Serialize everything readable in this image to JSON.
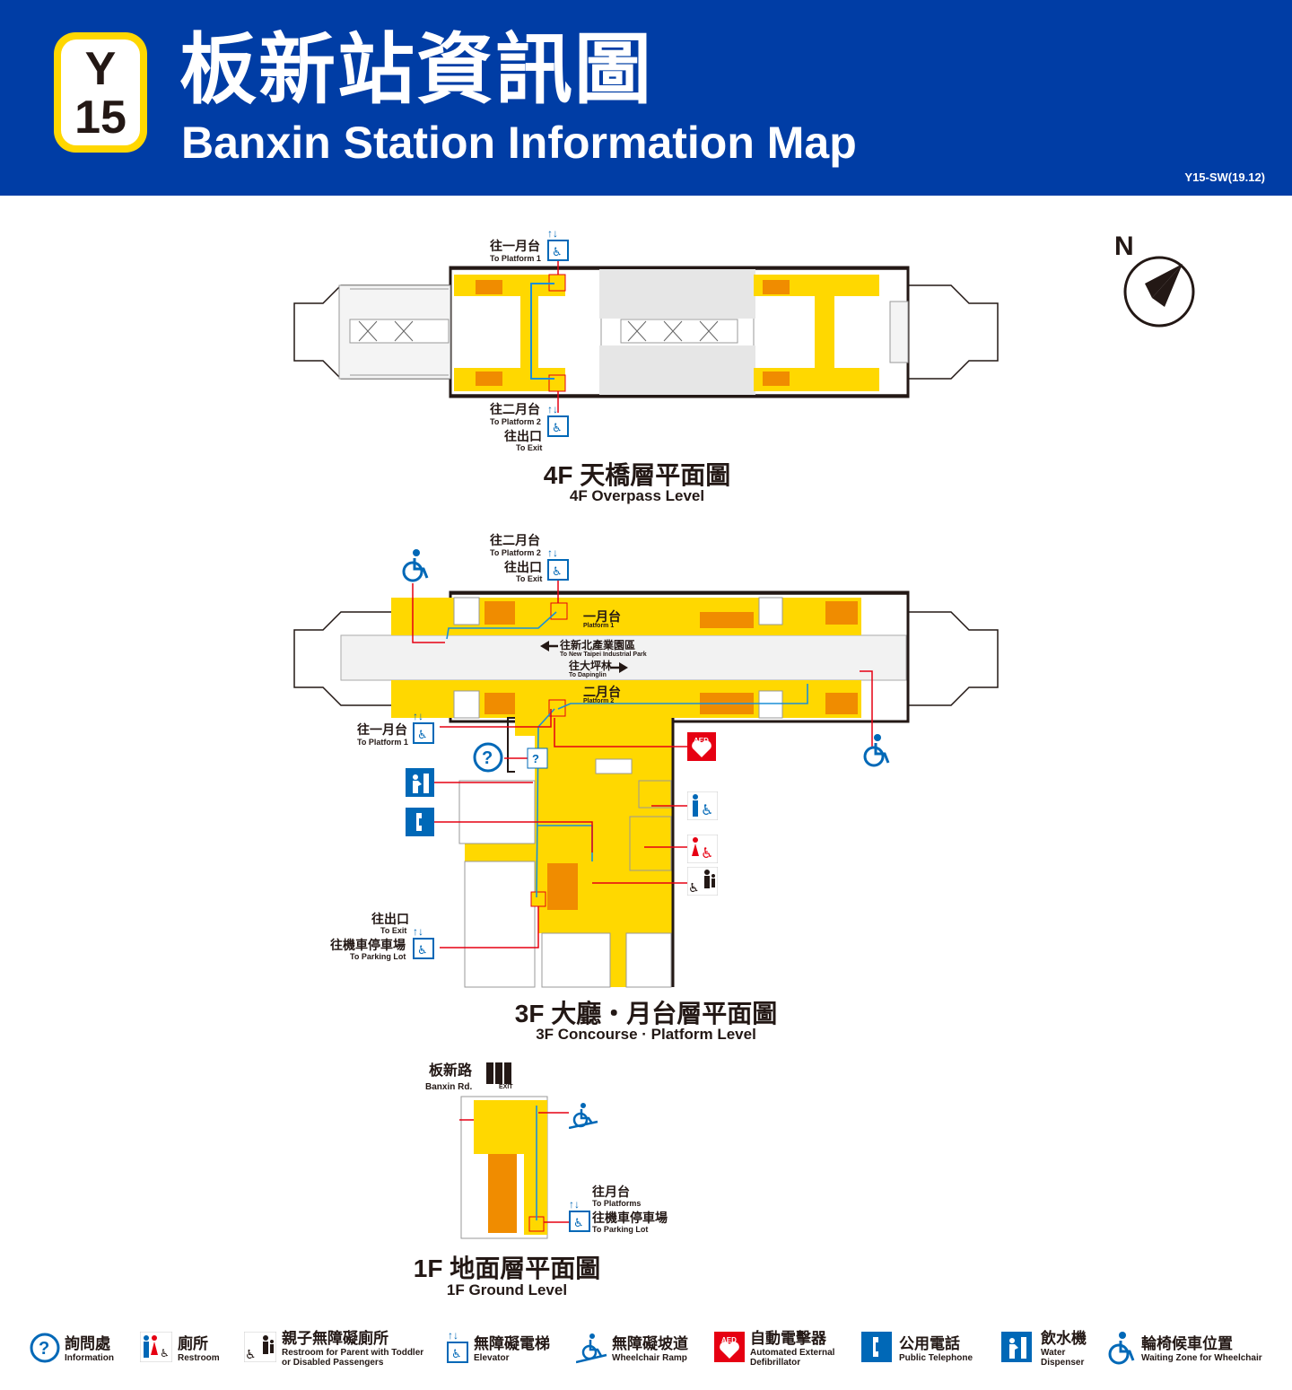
{
  "header": {
    "line_badge_line": "Y",
    "line_badge_number": "15",
    "title_zh": "板新站資訊圖",
    "title_en": "Banxin Station Information Map",
    "map_code": "Y15-SW(19.12)"
  },
  "compass": {
    "label": "N"
  },
  "floors": {
    "f4": {
      "title_zh": "4F 天橋層平面圖",
      "title_en": "4F   Overpass Level",
      "top_elevator": {
        "zh": "往一月台",
        "en": "To Platform 1"
      },
      "bottom_elevator": {
        "zh1": "往二月台",
        "en1": "To Platform 2",
        "zh2": "往出口",
        "en2": "To Exit"
      }
    },
    "f3": {
      "title_zh": "3F 大廳・月台層平面圖",
      "title_en": "3F   Concourse · Platform Level",
      "top_elevator": {
        "zh1": "往二月台",
        "en1": "To Platform 2",
        "zh2": "往出口",
        "en2": "To Exit"
      },
      "left_elevator": {
        "zh": "往一月台",
        "en": "To Platform 1"
      },
      "bottom_elevator": {
        "zh1": "往出口",
        "en1": "To Exit",
        "zh2": "往機車停車場",
        "en2": "To Parking Lot"
      },
      "platform1": {
        "zh": "一月台",
        "en": "Platform 1"
      },
      "platform2": {
        "zh": "二月台",
        "en": "Platform 2"
      },
      "direction_west": {
        "zh": "往新北產業園區",
        "en": "To New Taipei Industrial Park"
      },
      "direction_east": {
        "zh": "往大坪林",
        "en": "To Dapinglin"
      }
    },
    "f1": {
      "title_zh": "1F 地面層平面圖",
      "title_en": "1F   Ground Level",
      "exit": {
        "zh": "板新路",
        "en": "Banxin Rd.",
        "tag": "EXIT"
      },
      "elevator": {
        "zh1": "往月台",
        "en1": "To Platforms",
        "zh2": "往機車停車場",
        "en2": "To Parking Lot"
      }
    }
  },
  "legend": [
    {
      "icon": "information-icon",
      "zh": "詢問處",
      "en": "Information"
    },
    {
      "icon": "restroom-icon",
      "zh": "廁所",
      "en": "Restroom"
    },
    {
      "icon": "family-restroom-icon",
      "zh": "親子無障礙廁所",
      "en": "Restroom for Parent with Toddler or Disabled Passengers"
    },
    {
      "icon": "elevator-icon",
      "zh": "無障礙電梯",
      "en": "Elevator"
    },
    {
      "icon": "wheelchair-ramp-icon",
      "zh": "無障礙坡道",
      "en": "Wheelchair Ramp"
    },
    {
      "icon": "aed-icon",
      "zh": "自動電擊器",
      "en": "Automated External Defibrillator"
    },
    {
      "icon": "telephone-icon",
      "zh": "公用電話",
      "en": "Public Telephone"
    },
    {
      "icon": "water-dispenser-icon",
      "zh": "飲水機",
      "en": "Water Dispenser"
    },
    {
      "icon": "wheelchair-waiting-icon",
      "zh": "輪椅候車位置",
      "en": "Waiting Zone for Wheelchair"
    }
  ],
  "colors": {
    "header_blue": "#003da5",
    "line_yellow": "#ffd700",
    "floor_yellow": "#ffd800",
    "escalator_orange": "#f08c00",
    "route_blue": "#1a8fd8",
    "route_red": "#e60012",
    "icon_blue": "#0068b7"
  }
}
